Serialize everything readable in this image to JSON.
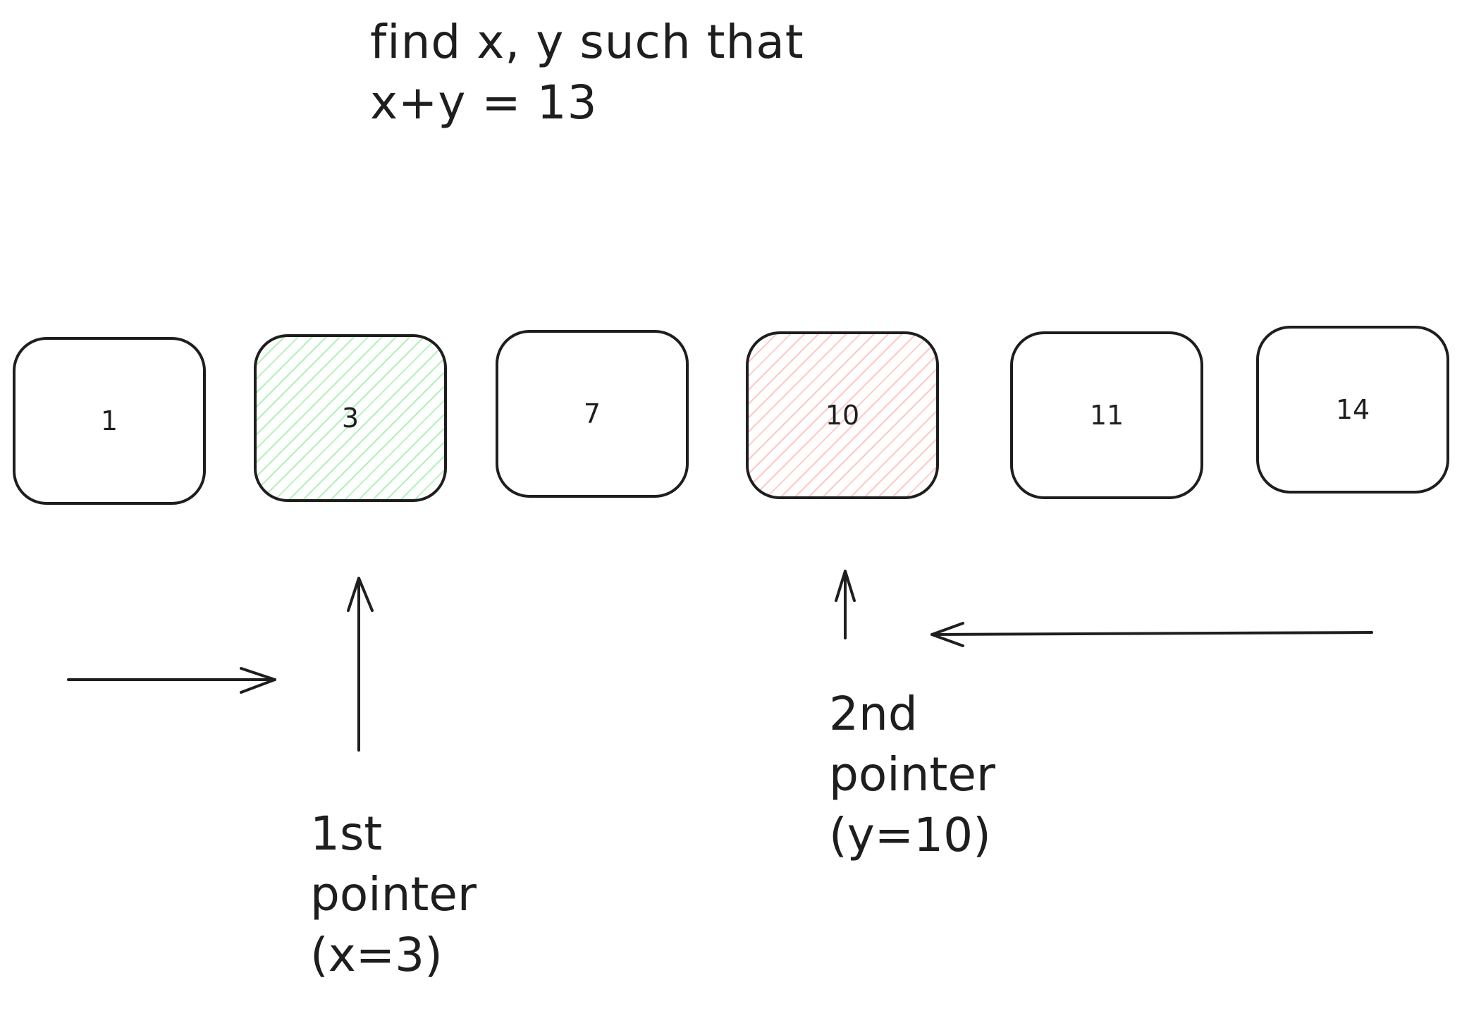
{
  "title": {
    "line1": "find x, y such that",
    "line2": "x+y = 13"
  },
  "array": [
    {
      "value": "1",
      "highlight": "none"
    },
    {
      "value": "3",
      "highlight": "green"
    },
    {
      "value": "7",
      "highlight": "none"
    },
    {
      "value": "10",
      "highlight": "red"
    },
    {
      "value": "11",
      "highlight": "none"
    },
    {
      "value": "14",
      "highlight": "none"
    }
  ],
  "pointers": {
    "first": {
      "line1": "1st",
      "line2": "pointer",
      "line3": "(x=3)",
      "color": "#b2f2bb"
    },
    "second": {
      "line1": "2nd",
      "line2": "pointer",
      "line3": "(y=10)",
      "color": "#ffc9c9"
    }
  },
  "colors": {
    "stroke": "#1e1e1e",
    "green_fill": "#b2f2bb",
    "red_fill": "#ffc9c9"
  }
}
